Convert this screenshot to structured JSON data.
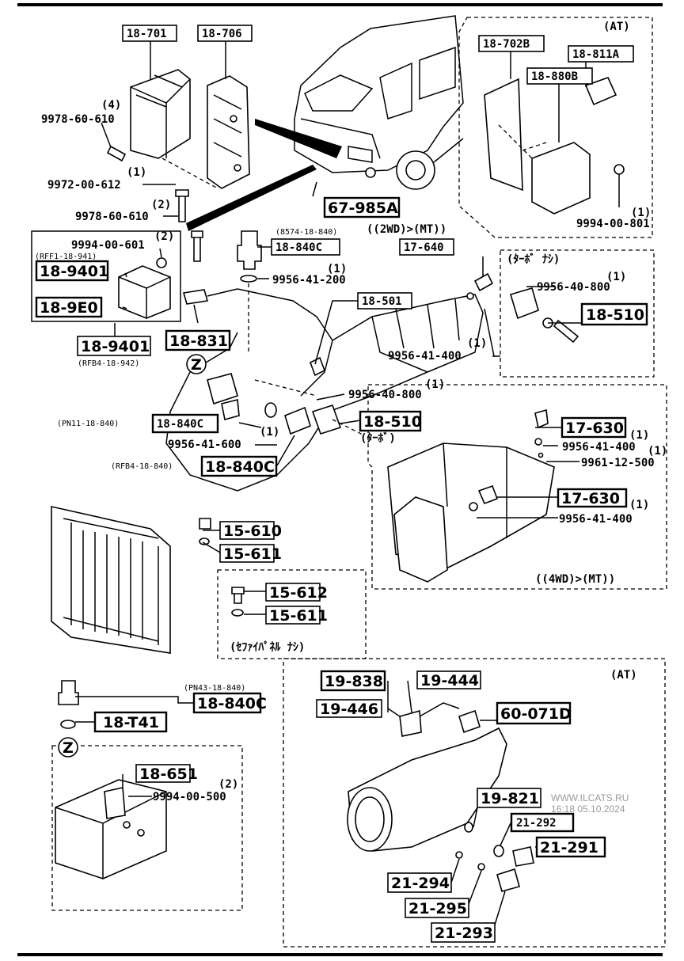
{
  "panels": {
    "at_top": "(AT)",
    "no_turbo": "(ﾀｰﾎﾞ ﾅｼ)",
    "twowd_mt": "((2WD)>(MT))",
    "fourwd_mt": "((4WD)>(MT))",
    "no_sepanel": "(ｾﾌｧｲﾊﾟﾈﾙ ﾅｼ)",
    "at_bottom": "(AT)",
    "turbo_note": "(ﾀｰﾎﾞ)"
  },
  "parts": {
    "p18701": "18-701",
    "p18706": "18-706",
    "p18702B": "18-702B",
    "p18811A": "18-811A",
    "p18880B": "18-880B",
    "p67985A": "67-985A",
    "p18840C_a": "18-840C",
    "p17640": "17-640",
    "p189401_top": "18-9401",
    "p189E0": "18-9E0",
    "p18510_a": "18-510",
    "p18501": "18-501",
    "p189401_bot": "18-9401",
    "p18831": "18-831",
    "p18840C_b": "18-840C",
    "p18510_b": "18-510",
    "p17630_a": "17-630",
    "p18840C_c": "18-840C",
    "p17630_b": "17-630",
    "p15610": "15-610",
    "p15611_a": "15-611",
    "p15612": "15-612",
    "p15611_b": "15-611",
    "p19838": "19-838",
    "p19444": "19-444",
    "p19446": "19-446",
    "p60071D": "60-071D",
    "p18840C_d": "18-840C",
    "p18T41": "18-T41",
    "p18651": "18-651",
    "p19821": "19-821",
    "p21292": "21-292",
    "p21291": "21-291",
    "p21294": "21-294",
    "p21295": "21-295",
    "p21293": "21-293"
  },
  "numbers": {
    "n9978_top": "9978-60-610",
    "n9978_top_qty": "(4)",
    "n9972": "9972-00-612",
    "n9972_qty": "(1)",
    "n9978_mid": "9978-60-610",
    "n9978_mid_qty": "(2)",
    "n9994_601": "9994-00-601",
    "n9994_601_qty": "(2)",
    "rff1": "(RFF1-18-941)",
    "rfb4_942": "(RFB4-18-942)",
    "n9994_801": "9994-00-801",
    "n9994_801_qty": "(1)",
    "n8574": "(8574-18-840)",
    "n9956_200": "9956-41-200",
    "n9956_200_qty": "(1)",
    "n9956_40800_a": "9956-40-800",
    "n9956_40800_a_qty": "(1)",
    "n9956_41400_a": "9956-41-400",
    "n9956_41400_a_qty": "(1)",
    "n9956_40800_b": "9956-40-800",
    "n9956_40800_b_qty": "(1)",
    "pn11": "(PN11-18-840)",
    "n9956_600": "9956-41-600",
    "n9956_600_qty": "(1)",
    "rfb4_840": "(RFB4-18-840)",
    "n9956_41400_b": "9956-41-400",
    "n9956_41400_b_qty": "(1)",
    "n9961": "9961-12-500",
    "n9961_qty": "(1)",
    "n9956_41400_c": "9956-41-400",
    "n17630_b_qty": "(1)",
    "pn43": "(PN43-18-840)",
    "n9994_500": "9994-00-500",
    "n9994_500_qty": "(2)",
    "z1": "Z",
    "z2": "Z"
  },
  "watermark": {
    "site": "WWW.ILCATS.RU",
    "stamp": "16:18 05.10.2024"
  }
}
